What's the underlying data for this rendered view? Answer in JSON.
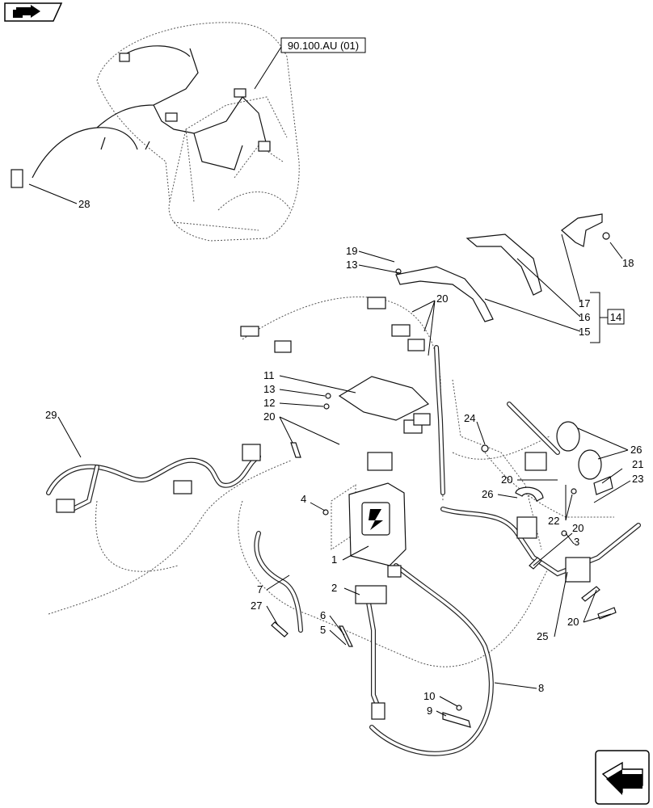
{
  "reference_box": "90.100.AU (01)",
  "group_box": "14",
  "callouts": [
    "28",
    "19",
    "13",
    "20",
    "18",
    "17",
    "16",
    "15",
    "11",
    "13",
    "12",
    "20",
    "29",
    "24",
    "26",
    "21",
    "23",
    "20",
    "26",
    "22",
    "4",
    "20",
    "3",
    "1",
    "2",
    "7",
    "27",
    "6",
    "5",
    "25",
    "20",
    "10",
    "9",
    "8"
  ],
  "icons": {
    "top_left": "book-arrow-icon",
    "bottom_right": "next-page-arrow-icon"
  }
}
